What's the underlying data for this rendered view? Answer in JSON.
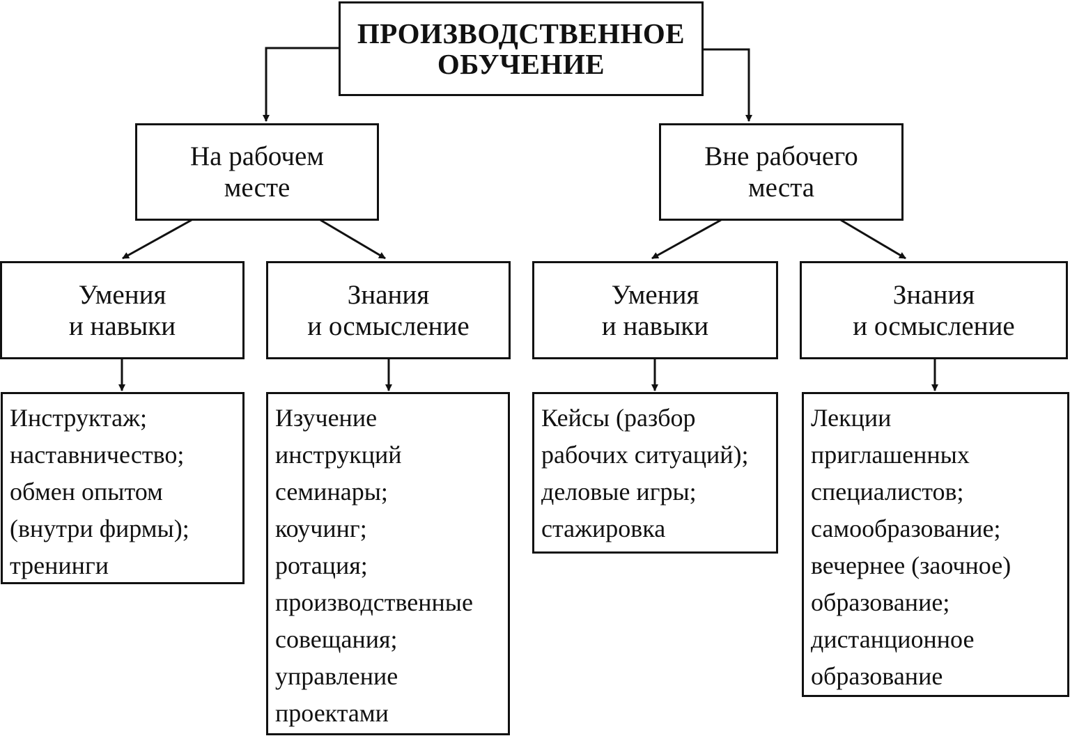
{
  "root": {
    "title_line1": "ПРОИЗВОДСТВЕННОЕ",
    "title_line2": "ОБУЧЕНИЕ"
  },
  "branches": [
    {
      "label_line1": "На рабочем",
      "label_line2": "месте",
      "children": [
        {
          "label_line1": "Умения",
          "label_line2": "и навыки",
          "items": [
            "Инструктаж;",
            "наставничество;",
            "обмен опытом",
            "(внутри фирмы);",
            "тренинги"
          ]
        },
        {
          "label_line1": "Знания",
          "label_line2": "и осмысление",
          "items": [
            "Изучение",
            "инструкций",
            "семинары;",
            "коучинг;",
            "ротация;",
            "производственные",
            "совещания;",
            "управление",
            "проектами"
          ]
        }
      ]
    },
    {
      "label_line1": "Вне рабочего",
      "label_line2": "места",
      "children": [
        {
          "label_line1": "Умения",
          "label_line2": "и навыки",
          "items": [
            "Кейсы (разбор",
            "рабочих ситуаций);",
            "деловые игры;",
            "стажировка"
          ]
        },
        {
          "label_line1": "Знания",
          "label_line2": "и осмысление",
          "items": [
            "Лекции",
            "приглашенных",
            "специалистов;",
            "самообразование;",
            "вечернее (заочное)",
            "образование;",
            "дистанционное",
            "образование"
          ]
        }
      ]
    }
  ],
  "colors": {
    "line": "#111111",
    "background": "#ffffff"
  }
}
